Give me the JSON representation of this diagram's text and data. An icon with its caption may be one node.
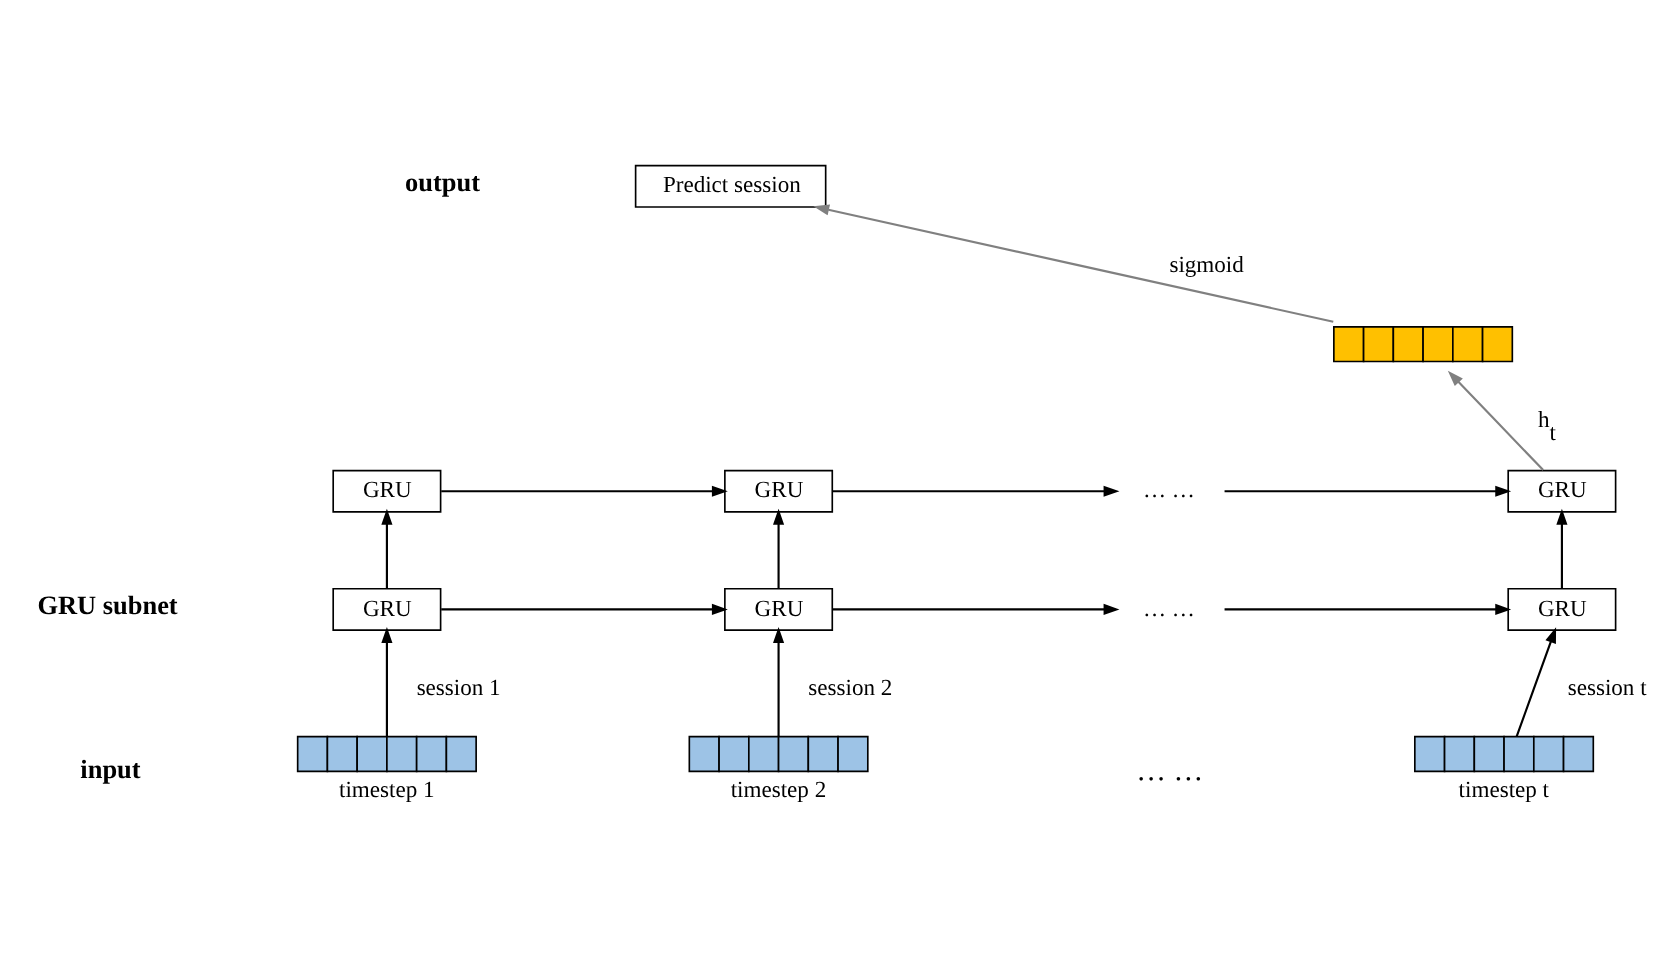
{
  "diagram": {
    "nodes": [
      {
        "text": [
          "Predict session"
        ]
      },
      {
        "text": [],
        "shape": "bar"
      },
      {
        "text": [
          "GRU"
        ]
      },
      {
        "text": [
          "GRU"
        ]
      },
      {
        "text": [
          "… …"
        ]
      },
      {
        "text": [
          "GRU"
        ]
      },
      {
        "text": [
          "GRU"
        ]
      },
      {
        "text": [
          "GRU"
        ]
      },
      {
        "text": [
          "… …"
        ]
      },
      {
        "text": [
          "GRU"
        ]
      },
      {
        "text": [],
        "shape": "bar",
        "beside": [
          "timestep 1"
        ]
      },
      {
        "text": [],
        "shape": "bar",
        "beside": [
          "timestep 2"
        ]
      },
      {
        "text": [],
        "shape": "bar",
        "beside": [
          "timestep t"
        ]
      }
    ],
    "edges": [
      {
        "from": 1,
        "to": 0,
        "arrow": "to",
        "label": "sigmoid",
        "color": "#808080"
      },
      {
        "from": 5,
        "to": 1,
        "arrow": "to",
        "label": "h$_{t}$",
        "color": "#808080"
      },
      {
        "from": 2,
        "to": 3,
        "arrow": "to"
      },
      {
        "from": 3,
        "to": 4,
        "arrow": "to"
      },
      {
        "from": 4,
        "to": 5,
        "arrow": "to"
      },
      {
        "from": 6,
        "to": 7,
        "arrow": "to"
      },
      {
        "from": 7,
        "to": 8,
        "arrow": "to"
      },
      {
        "from": 8,
        "to": 9,
        "arrow": "to"
      },
      {
        "from": 6,
        "to": 2,
        "arrow": "to"
      },
      {
        "from": 7,
        "to": 3,
        "arrow": "to"
      },
      {
        "from": 9,
        "to": 5,
        "arrow": "to"
      },
      {
        "from": 10,
        "to": 6,
        "arrow": "to",
        "label": "session 1"
      },
      {
        "from": 11,
        "to": 7,
        "arrow": "to",
        "label": "session 2"
      },
      {
        "from": 12,
        "to": 9,
        "arrow": "to",
        "label": "session t"
      }
    ],
    "labels": [
      "output",
      "GRU subnet",
      "input",
      "… …"
    ]
  }
}
